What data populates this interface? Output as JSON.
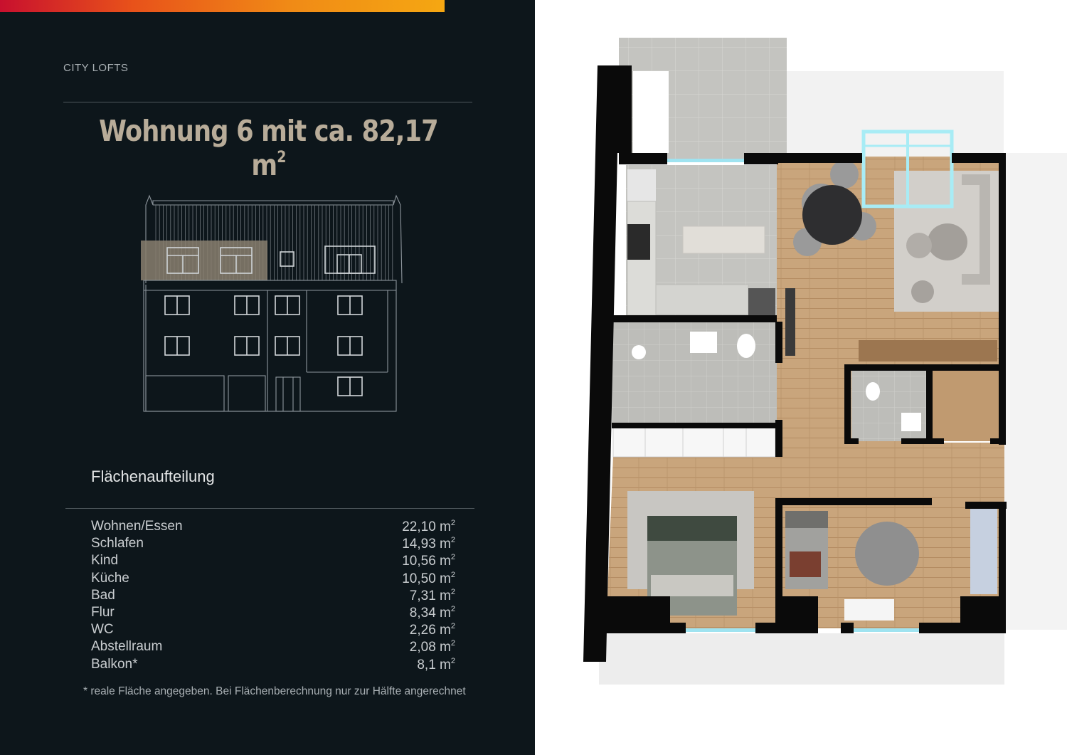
{
  "brand": "CITY LOFTS",
  "title": {
    "text": "Wohnung 6 mit ca. 82,17 m",
    "sup": "2"
  },
  "section_heading": "Flächenaufteilung",
  "areas": [
    {
      "name": "Wohnen/Essen",
      "value": "22,10 m",
      "unit_sup": "2"
    },
    {
      "name": "Schlafen",
      "value": "14,93 m",
      "unit_sup": "2"
    },
    {
      "name": "Kind",
      "value": "10,56 m",
      "unit_sup": "2"
    },
    {
      "name": "Küche",
      "value": "10,50 m",
      "unit_sup": "2"
    },
    {
      "name": "Bad",
      "value": "7,31 m",
      "unit_sup": "2"
    },
    {
      "name": "Flur",
      "value": "8,34  m",
      "unit_sup": "2"
    },
    {
      "name": "WC",
      "value": "2,26 m",
      "unit_sup": "2"
    },
    {
      "name": "Abstellraum",
      "value": "2,08 m",
      "unit_sup": "2"
    },
    {
      "name": "Balkon*",
      "value": "8,1 m",
      "unit_sup": "2"
    }
  ],
  "footnote": "* reale Fläche angegeben. Bei Flächenberechnung nur zur Hälfte angerechnet",
  "colors": {
    "panel_bg": "#0d161b",
    "title": "#b8ac99",
    "highlight_unit": "#8a7f6f",
    "wood_floor": "#c9a57c",
    "tile_floor": "#c4c4c0",
    "wall": "#0a0a0a",
    "window": "#9fe3f0"
  }
}
